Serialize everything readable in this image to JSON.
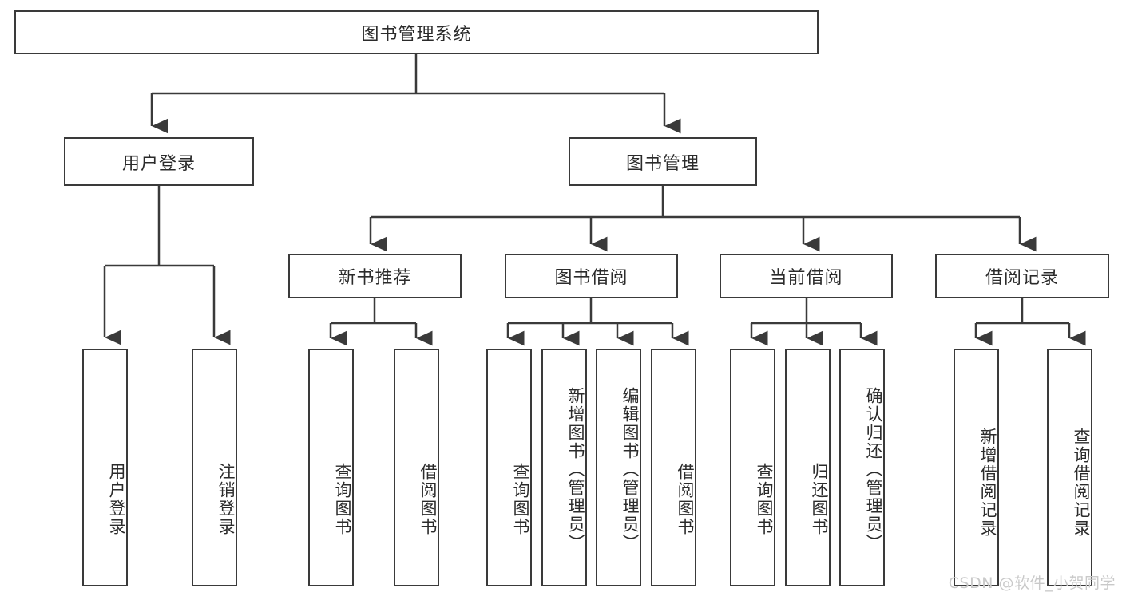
{
  "diagram": {
    "title": "图书管理系统",
    "watermark": "CSDN @软件_小贺同学",
    "colors": {
      "border": "#3a3a3a",
      "text": "#2b2b2b",
      "background": "#ffffff",
      "connector": "#3a3a3a",
      "watermark": "#c9c9c9"
    },
    "nodes": {
      "root": {
        "label": "图书管理系统",
        "level": 1,
        "orientation": "horizontal"
      },
      "user_login": {
        "label": "用户登录",
        "level": 2,
        "orientation": "horizontal"
      },
      "book_manage": {
        "label": "图书管理",
        "level": 2,
        "orientation": "horizontal"
      },
      "new_book_rec": {
        "label": "新书推荐",
        "level": 3,
        "orientation": "horizontal"
      },
      "book_borrow": {
        "label": "图书借阅",
        "level": 3,
        "orientation": "horizontal"
      },
      "current_borrow": {
        "label": "当前借阅",
        "level": 3,
        "orientation": "horizontal"
      },
      "borrow_record": {
        "label": "借阅记录",
        "level": 3,
        "orientation": "horizontal"
      },
      "leaf_user_login": {
        "label": "用户登录",
        "level": 4,
        "orientation": "vertical"
      },
      "leaf_logout": {
        "label": "注销登录",
        "level": 4,
        "orientation": "vertical"
      },
      "leaf_query_book_1": {
        "label": "查询图书",
        "level": 4,
        "orientation": "vertical"
      },
      "leaf_borrow_book_1": {
        "label": "借阅图书",
        "level": 4,
        "orientation": "vertical"
      },
      "leaf_query_book_2": {
        "label": "查询图书",
        "level": 4,
        "orientation": "vertical"
      },
      "leaf_add_book": {
        "label": "新增图书（管理员）",
        "level": 4,
        "orientation": "vertical"
      },
      "leaf_edit_book": {
        "label": "编辑图书（管理员）",
        "level": 4,
        "orientation": "vertical"
      },
      "leaf_borrow_book_2": {
        "label": "借阅图书",
        "level": 4,
        "orientation": "vertical"
      },
      "leaf_query_book_3": {
        "label": "查询图书",
        "level": 4,
        "orientation": "vertical"
      },
      "leaf_return_book": {
        "label": "归还图书",
        "level": 4,
        "orientation": "vertical"
      },
      "leaf_confirm_return": {
        "label": "确认归还（管理员）",
        "level": 4,
        "orientation": "vertical"
      },
      "leaf_add_record": {
        "label": "新增借阅记录",
        "level": 4,
        "orientation": "vertical"
      },
      "leaf_query_record": {
        "label": "查询借阅记录",
        "level": 4,
        "orientation": "vertical"
      }
    },
    "hierarchy": {
      "图书管理系统": [
        "用户登录",
        "图书管理"
      ],
      "用户登录": [
        "用户登录",
        "注销登录"
      ],
      "图书管理": [
        "新书推荐",
        "图书借阅",
        "当前借阅",
        "借阅记录"
      ],
      "新书推荐": [
        "查询图书",
        "借阅图书"
      ],
      "图书借阅": [
        "查询图书",
        "新增图书（管理员）",
        "编辑图书（管理员）",
        "借阅图书"
      ],
      "当前借阅": [
        "查询图书",
        "归还图书",
        "确认归还（管理员）"
      ],
      "借阅记录": [
        "新增借阅记录",
        "查询借阅记录"
      ]
    }
  }
}
